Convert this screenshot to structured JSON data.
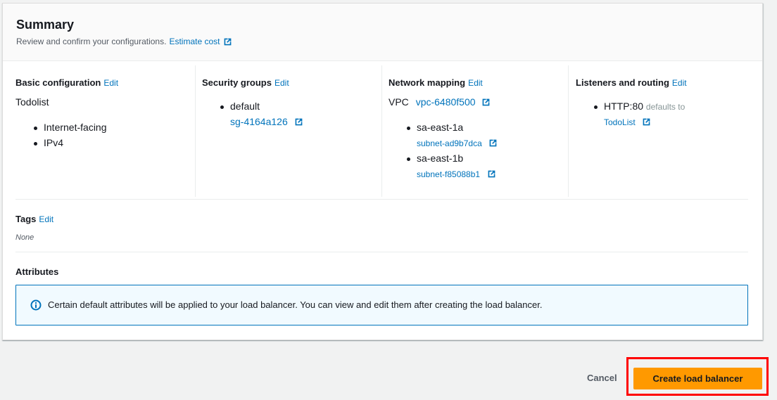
{
  "summary": {
    "title": "Summary",
    "subtitle": "Review and confirm your configurations.",
    "estimate_cost_link": "Estimate cost"
  },
  "edit_label": "Edit",
  "basic_configuration": {
    "heading": "Basic configuration",
    "name": "Todolist",
    "items": [
      "Internet-facing",
      "IPv4"
    ]
  },
  "security_groups": {
    "heading": "Security groups",
    "items": [
      {
        "name": "default",
        "id": "sg-4164a126"
      }
    ]
  },
  "network_mapping": {
    "heading": "Network mapping",
    "vpc_label": "VPC",
    "vpc_id": "vpc-6480f500",
    "zones": [
      {
        "zone": "sa-east-1a",
        "subnet": "subnet-ad9b7dca"
      },
      {
        "zone": "sa-east-1b",
        "subnet": "subnet-f85088b1"
      }
    ]
  },
  "listeners_routing": {
    "heading": "Listeners and routing",
    "items": [
      {
        "listener": "HTTP:80",
        "defaults_to_label": "defaults to",
        "target_group": "TodoList"
      }
    ]
  },
  "tags": {
    "heading": "Tags",
    "value": "None"
  },
  "attributes": {
    "heading": "Attributes",
    "info_message": "Certain default attributes will be applied to your load balancer. You can view and edit them after creating the load balancer."
  },
  "footer": {
    "cancel_label": "Cancel",
    "create_label": "Create load balancer"
  },
  "colors": {
    "link": "#0073bb",
    "primary_button": "#ff9900",
    "info_bg": "#f1faff",
    "highlight": "#ff0000"
  }
}
